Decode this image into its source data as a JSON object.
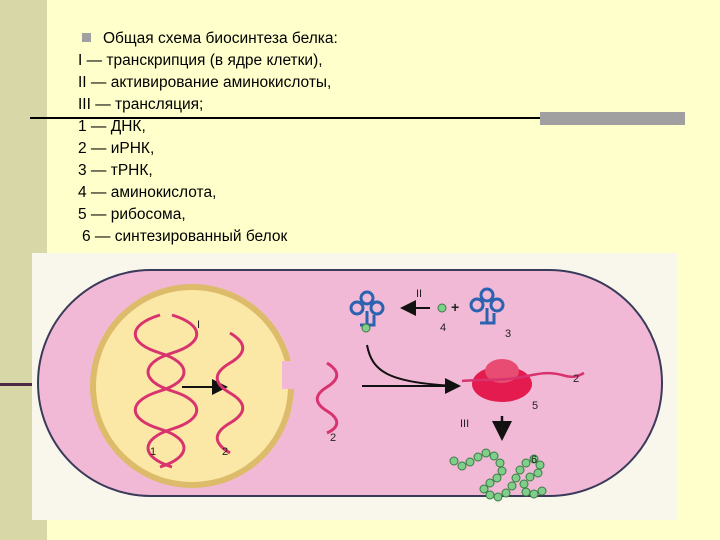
{
  "slide": {
    "heading": "Общая схема биосинтеза белка:",
    "lines": [
      "I — транскрипция (в ядре клетки),",
      "II — активирование аминокислоты,",
      "III — трансляция;",
      "1 — ДНК,",
      "2 — иРНК,",
      "3 — тРНК,",
      "4 — аминокислота,",
      "5 — рибосома,",
      "6 — синтезированный белок"
    ]
  },
  "figure": {
    "stage_labels": {
      "transcription": "I",
      "activation": "II",
      "translation": "III"
    },
    "number_labels": {
      "dna": "1",
      "mrna_nucleus": "2",
      "mrna_cytoplasm": "2",
      "mrna_ribosome": "2",
      "trna": "3",
      "amino_acid": "4",
      "ribosome": "5",
      "protein": "6"
    },
    "colors": {
      "cell_fill": "#f2b9d6",
      "cell_border": "#3a3a5a",
      "nucleus_fill": "#fbe7a6",
      "nucleus_ring": "#dcbc6a",
      "rna": "#d8336e",
      "trna": "#2b63b0",
      "amino_acid": "#7fcf8a",
      "ribosome": "#e31b4f",
      "page_background": "#ffffcc",
      "sidebar": "#d7d7a8"
    }
  }
}
